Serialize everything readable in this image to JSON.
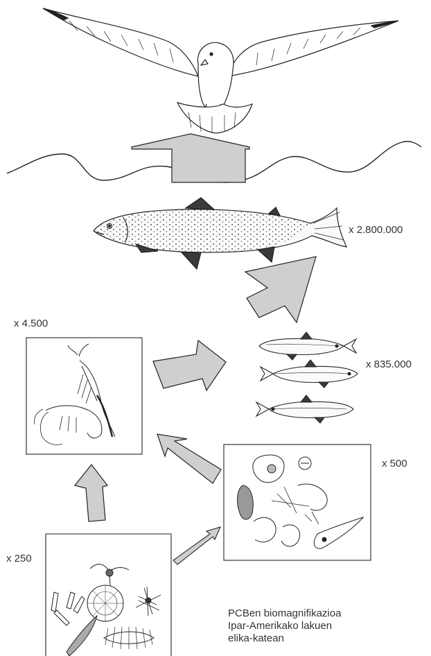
{
  "diagram": {
    "factors": {
      "large_fish": "x 2.800.000",
      "zooplankton_box": "x 4.500",
      "small_fish": "x 835.000",
      "invertebrates_box": "x 500",
      "phytoplankton_box": "x 250"
    },
    "caption": {
      "line1": "PCBen biomagnifikazioa",
      "line2": "Ipar-Amerikako lakuen",
      "line3": "elika-katean"
    }
  },
  "colors": {
    "arrow_fill": "#cfcfcf",
    "line": "#222222",
    "fish_fin": "#3a3a3a"
  },
  "icons": [
    "gull-icon",
    "trout-icon",
    "smelt-fish-icon",
    "shrimp-icon",
    "zooplankton-icon",
    "phytoplankton-icon"
  ]
}
